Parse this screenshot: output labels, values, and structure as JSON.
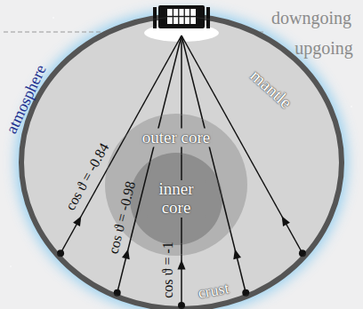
{
  "diagram": {
    "nodes": [
      {
        "text": [
          "mantle"
        ]
      },
      {
        "text": [
          "outer core"
        ],
        "in": 0
      },
      {
        "text": [
          "inner core"
        ],
        "in": 1
      }
    ],
    "labels": [
      "downgoing",
      "upgoing",
      "atmosphere",
      "crust",
      "cos ϑ = -0.84",
      "cos ϑ = -0.98",
      "cos ϑ = -1"
    ]
  }
}
